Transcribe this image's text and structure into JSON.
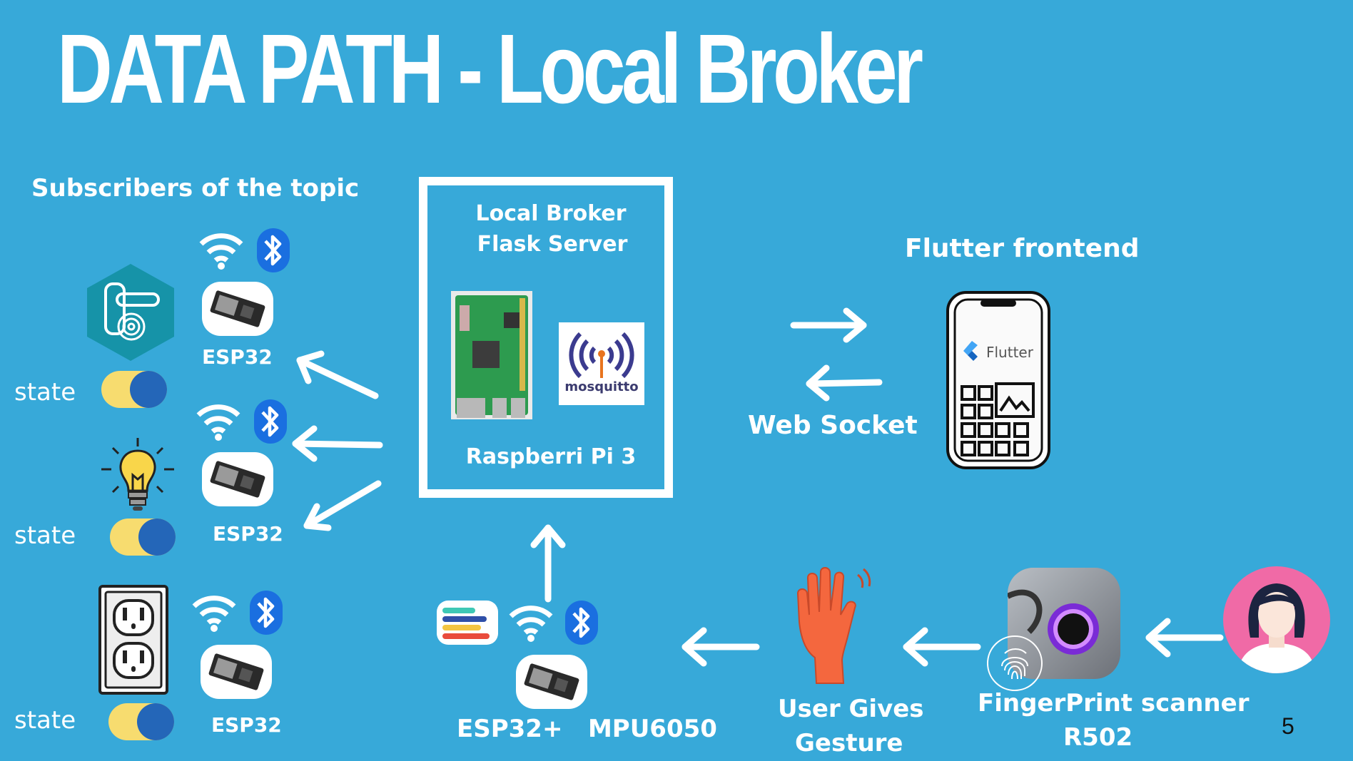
{
  "title": "DATA PATH - Local Broker",
  "subscribers_heading": "Subscribers of the topic",
  "subscribers": [
    {
      "device": "smart-lock",
      "board_label": "ESP32",
      "state_label": "state"
    },
    {
      "device": "light-bulb",
      "board_label": "ESP32",
      "state_label": "state"
    },
    {
      "device": "power-outlet",
      "board_label": "ESP32",
      "state_label": "state"
    }
  ],
  "broker": {
    "line1": "Local Broker",
    "line2": "Flask Server",
    "device": "Raspberri Pi 3",
    "mosquitto_logo": "mosquitto"
  },
  "frontend": {
    "heading": "Flutter frontend",
    "link_label": "Web Socket",
    "app_logo": "Flutter"
  },
  "publisher": {
    "label": "ESP32+   MPU6050"
  },
  "gesture_label_1": "User Gives",
  "gesture_label_2": "Gesture",
  "scanner_label_1": "FingerPrint scanner",
  "scanner_label_2": "R502",
  "page_number": "5",
  "colors": {
    "background": "#37a9d9",
    "bluetooth": "#1a6fe0",
    "toggle_track": "#f7dc6f",
    "toggle_knob": "#2466b8",
    "hand": "#f4673e",
    "avatar_bg": "#f06aa6"
  }
}
